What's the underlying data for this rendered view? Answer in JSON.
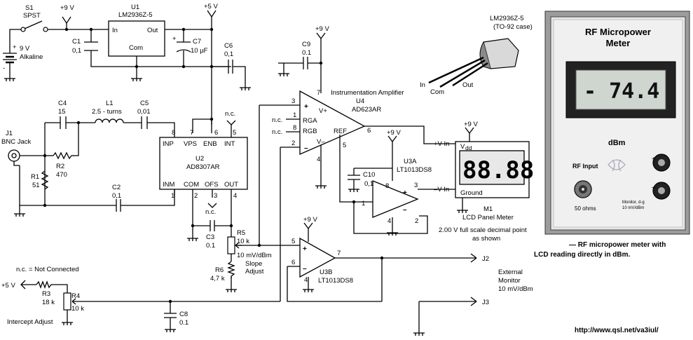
{
  "battery": {
    "switch_ref": "S1",
    "switch_type": "SPST",
    "voltage": "9 V",
    "type": "Alkaline",
    "plus": "+",
    "minus": "-"
  },
  "rails": {
    "v9": "+9 V",
    "v5": "+5 V"
  },
  "u1": {
    "ref": "U1",
    "part": "LM2936Z-5",
    "in": "In",
    "out": "Out",
    "com": "Com"
  },
  "caps": {
    "c1": {
      "ref": "C1",
      "val": "0,1"
    },
    "c7": {
      "ref": "C7",
      "val": "10 µF",
      "pol": "+"
    },
    "c6": {
      "ref": "C6",
      "val": "0,1"
    },
    "c4": {
      "ref": "C4",
      "val": "15"
    },
    "c5": {
      "ref": "C5",
      "val": "0,01"
    },
    "c2": {
      "ref": "C2",
      "val": "0,1"
    },
    "c3": {
      "ref": "C3",
      "val": "0.1"
    },
    "c9": {
      "ref": "C9",
      "val": "0.1"
    },
    "c10": {
      "ref": "C10",
      "val": "0,1"
    },
    "c8": {
      "ref": "C8",
      "val": "0.1"
    }
  },
  "inductor": {
    "ref": "L1",
    "val": "2.5 - turns"
  },
  "j1": {
    "ref": "J1",
    "label": "BNC Jack"
  },
  "r1": {
    "ref": "R1",
    "val": "51"
  },
  "r2": {
    "ref": "R2",
    "val": "470"
  },
  "u2": {
    "ref": "U2",
    "part": "AD8307AR",
    "pins_top": [
      {
        "n": "8",
        "name": "INP"
      },
      {
        "n": "7",
        "name": "VPS"
      },
      {
        "n": "6",
        "name": "ENB"
      },
      {
        "n": "5",
        "name": "INT"
      }
    ],
    "pins_bottom": [
      {
        "n": "1",
        "name": "INM"
      },
      {
        "n": "2",
        "name": "COM"
      },
      {
        "n": "3",
        "name": "OFS"
      },
      {
        "n": "4",
        "name": "OUT"
      }
    ]
  },
  "nc": "n.c.",
  "u4": {
    "title": "Instrumentation Amplifier",
    "ref": "U4",
    "part": "AD623AR",
    "vplus": "V+",
    "vminus": "V–",
    "rga": "RGA",
    "rgb": "RGB",
    "ref_pin": "REF",
    "plus": "+",
    "minus": "–",
    "pin3": "3",
    "pin1": "1",
    "pin8": "8",
    "pin2": "2",
    "pin7": "7",
    "pin4": "4",
    "pin5": "5",
    "pin6": "6"
  },
  "u3a": {
    "ref": "U3A",
    "part": "LT1013DS8",
    "pin8": "8",
    "pin3": "3",
    "pin1": "1",
    "pin4": "4",
    "pin2": "2",
    "plus": "+",
    "minus": "–"
  },
  "u3b": {
    "ref": "U3B",
    "part": "LT1013DS8",
    "pin5": "5",
    "pin6": "6",
    "pin7": "7",
    "pin4": "4",
    "plus": "+",
    "minus": "–"
  },
  "r5": {
    "ref": "R5",
    "val": "10 k",
    "note1": "10 mV/dBm",
    "note2": "Slope",
    "note3": "Adjust"
  },
  "r6": {
    "ref": "R6",
    "val": "4,7 k"
  },
  "r3": {
    "ref": "R3",
    "val": "18 k"
  },
  "r4": {
    "ref": "R4",
    "val": "10 k"
  },
  "intercept": "Intercept Adjust",
  "nc_legend": "n.c. = Not Connected",
  "m1": {
    "ref": "M1",
    "title": "LCD Panel Meter",
    "spec1": "2.00 V full scale decimal point",
    "spec2": "as shown",
    "vdd_v": "V",
    "vdd_sub": "dd",
    "vin_plus": "+V In",
    "vin_minus": "–V In",
    "ground": "Ground",
    "display": "88.88"
  },
  "pkg": {
    "title": "LM2936Z-5",
    "case": "(TO-92 case)",
    "in": "In",
    "com": "Com",
    "out": "Out"
  },
  "jacks": {
    "j2": "J2",
    "j3": "J3",
    "ext1": "External",
    "ext2": "Monitor",
    "ext3": "10 mV/dBm"
  },
  "photo": {
    "title1": "RF Micropower",
    "title2": "Meter",
    "reading": "- 74.4",
    "unit": "dBm",
    "rf_input": "RF Input",
    "ohms": "50 ohms",
    "monitor1": "Monitor, d-g",
    "monitor2": "10 mV/dBm",
    "plus": "+",
    "minus": "–"
  },
  "caption": {
    "line1": "— RF micropower meter with",
    "line2": "LCD reading directly in dBm."
  },
  "url": "http://www.qsl.net/va3iul/"
}
